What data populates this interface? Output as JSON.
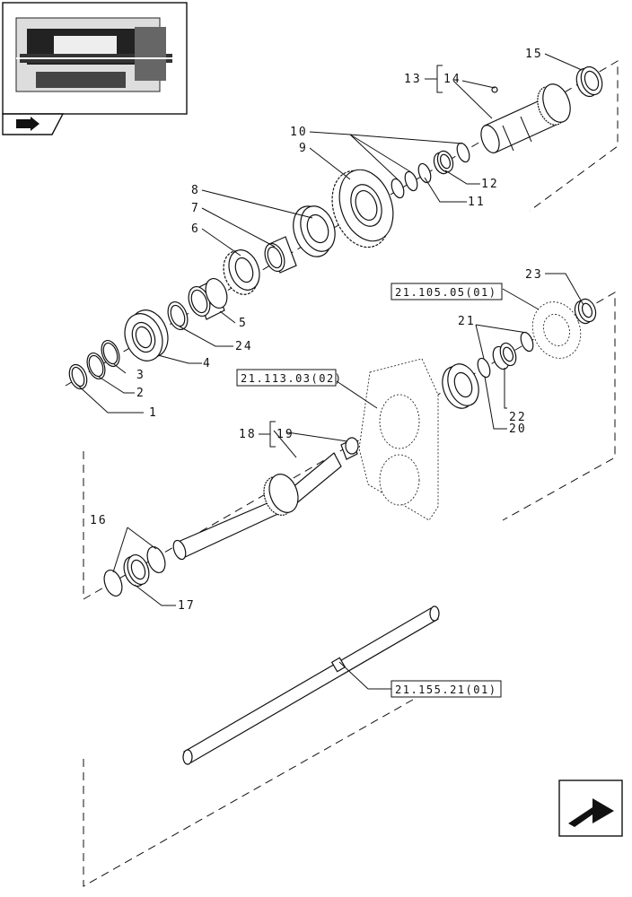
{
  "callouts": [
    "1",
    "2",
    "3",
    "4",
    "5",
    "6",
    "7",
    "8",
    "9",
    "10",
    "11",
    "12",
    "13",
    "14",
    "15",
    "16",
    "17",
    "18",
    "19",
    "20",
    "21",
    "22",
    "23",
    "24"
  ],
  "references": {
    "housing": "21.113.03(02)",
    "cover": "21.105.05(01)",
    "pto_shaft": "21.155.21(01)"
  },
  "icons": {
    "thumbnail": "transmission-overview-thumbnail",
    "nav_back": "back-arrow-icon",
    "nav_next": "next-page-arrow-icon"
  }
}
